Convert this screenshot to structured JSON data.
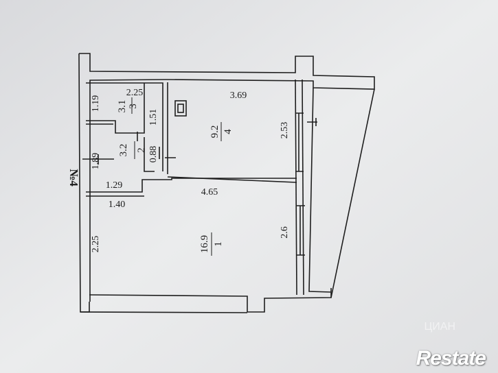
{
  "plan": {
    "apartment_number": "№4",
    "rooms": [
      {
        "id": "1",
        "area": "16.9"
      },
      {
        "id": "2",
        "area": "3.2"
      },
      {
        "id": "3",
        "area": "3.1"
      },
      {
        "id": "4",
        "area": "9.2"
      }
    ],
    "dimensions": [
      "3.69",
      "2.25",
      "1.19",
      "1.51",
      "2.53",
      "0.88",
      "1.89",
      "4.65",
      "1.29",
      "1.40",
      "2.6",
      "2.25"
    ]
  },
  "watermark": {
    "brand": "Restate",
    "faint": "ЦИАН"
  },
  "colors": {
    "paper": "#e6e7e9",
    "ink": "#1c1c1c"
  }
}
